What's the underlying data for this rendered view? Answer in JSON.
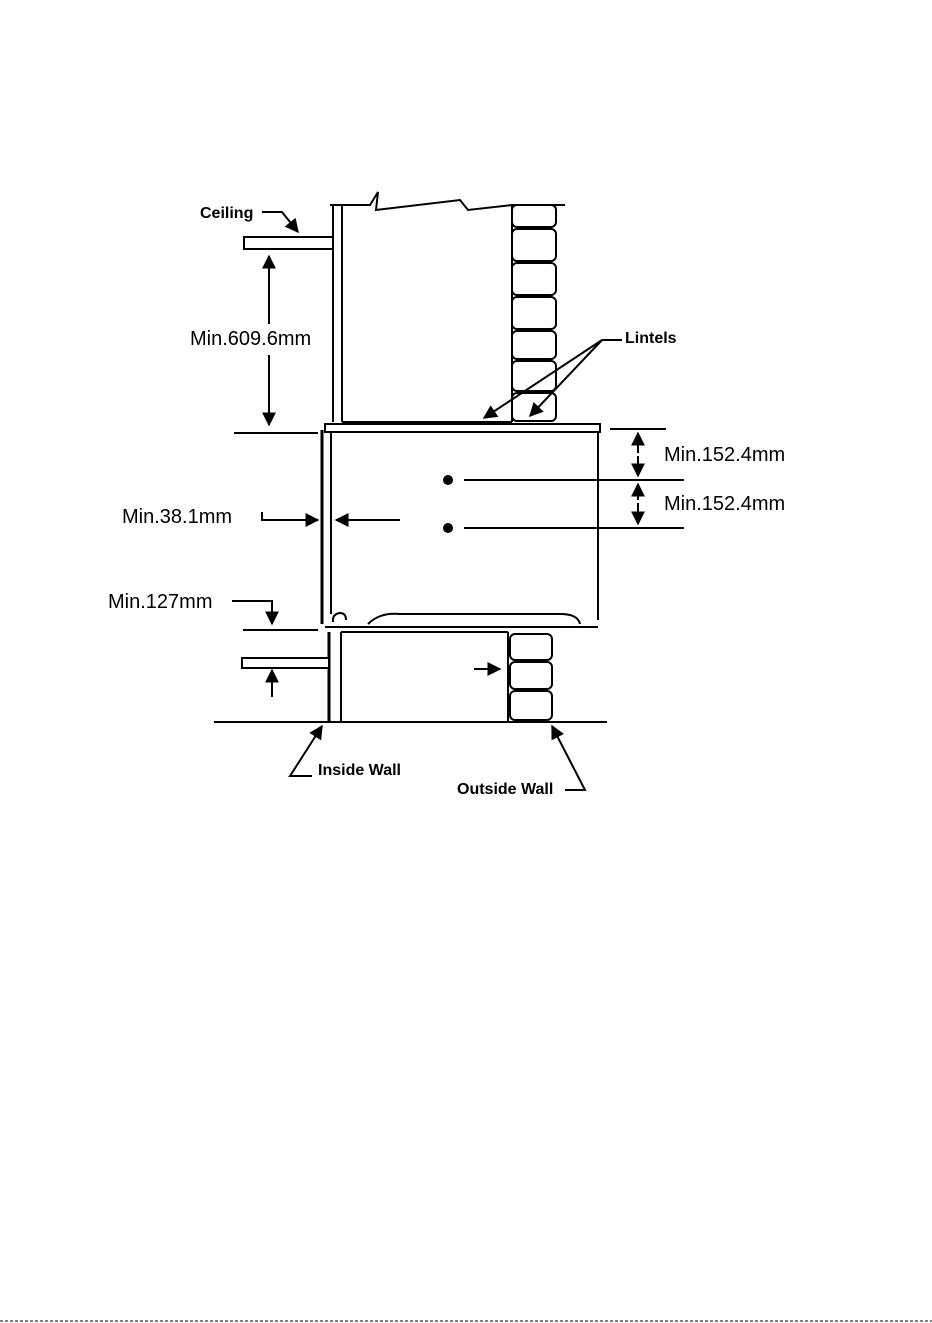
{
  "labels": {
    "ceiling": "Ceiling",
    "lintels": "Lintels",
    "inside_wall": "Inside Wall",
    "outside_wall": "Outside Wall"
  },
  "dimensions": {
    "ceiling_clearance": "Min.609.6mm",
    "top_clearance_1": "Min.152.4mm",
    "top_clearance_2": "Min.152.4mm",
    "side_clearance": "Min.38.1mm",
    "bottom_clearance": "Min.127mm"
  }
}
